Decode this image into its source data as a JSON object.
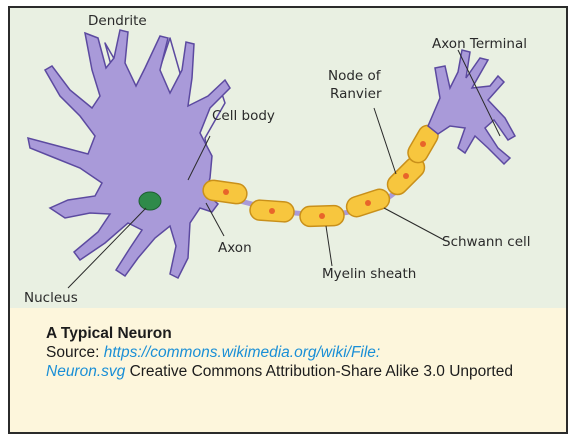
{
  "diagram": {
    "labels": {
      "dendrite": "Dendrite",
      "axon_terminal": "Axon Terminal",
      "node_of_ranvier_line1": "Node of",
      "node_of_ranvier_line2": "Ranvier",
      "cell_body": "Cell body",
      "axon": "Axon",
      "schwann_cell": "Schwann cell",
      "myelin_sheath": "Myelin sheath",
      "nucleus": "Nucleus"
    },
    "colors": {
      "background": "#e9f0e2",
      "neuron_body": "#a99ad9",
      "neuron_outline": "#5c4aa0",
      "myelin": "#f7c63e",
      "myelin_outline": "#c9901a",
      "schwann_nucleus": "#e8652a",
      "nucleus": "#2f8a4a"
    }
  },
  "caption": {
    "title": "A Typical Neuron",
    "source_prefix": "Source: ",
    "source_link_line1": "https://commons.wikimedia.org/wiki/File:",
    "source_link_line2": "Neuron.svg",
    "license": " Creative Commons Attribution-Share Alike 3.0 Unported"
  }
}
